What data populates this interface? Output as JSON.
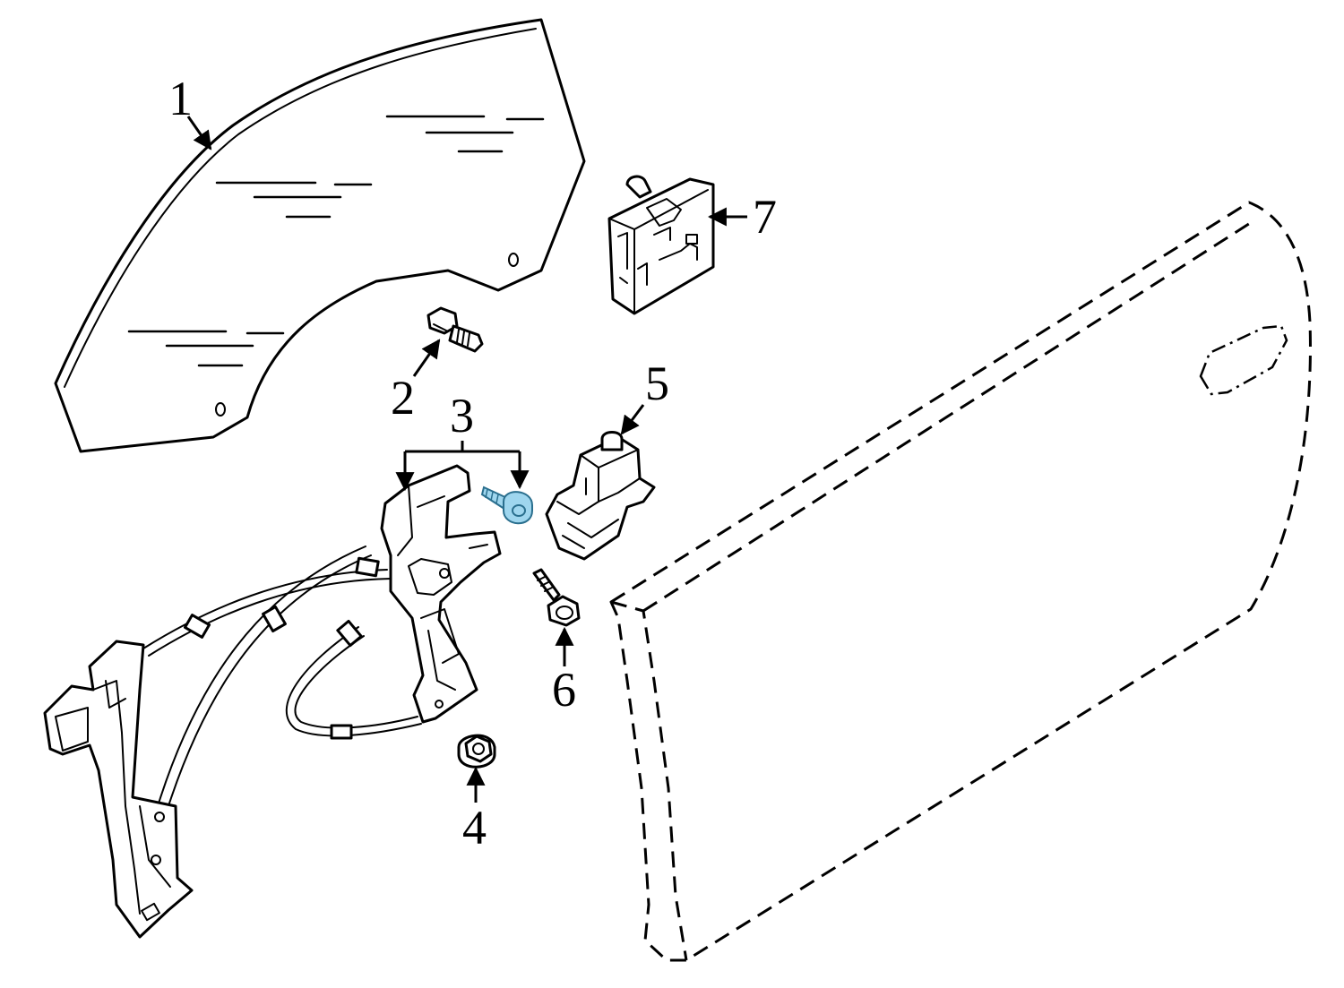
{
  "colors": {
    "line": "#000000",
    "background": "#ffffff",
    "highlight": "#9fd6ee",
    "highlight_stroke": "#2a6f8e"
  },
  "callouts": {
    "part_1": "1",
    "part_2": "2",
    "part_3": "3",
    "part_4": "4",
    "part_5": "5",
    "part_6": "6",
    "part_7": "7"
  },
  "highlighted_part": "3"
}
